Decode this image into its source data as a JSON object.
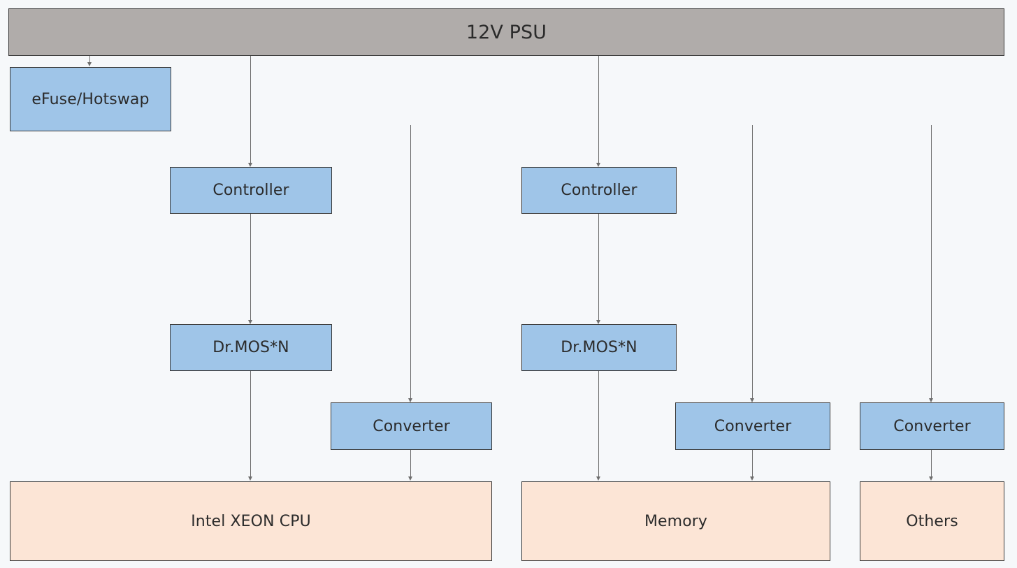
{
  "psu": {
    "label": "12V PSU"
  },
  "efuse": {
    "label": "eFuse/Hotswap"
  },
  "cpu_path": {
    "controller": "Controller",
    "drmos": "Dr.MOS*N",
    "converter": "Converter"
  },
  "memory_path": {
    "controller": "Controller",
    "drmos": "Dr.MOS*N",
    "converter": "Converter"
  },
  "others_path": {
    "converter": "Converter"
  },
  "loads": {
    "cpu": "Intel XEON CPU",
    "memory": "Memory",
    "others": "Others"
  },
  "colors": {
    "psu_fill": "#b0acaa",
    "module_fill": "#9fc5e8",
    "load_fill": "#fce5d6",
    "connector": "#6e6e6e"
  }
}
